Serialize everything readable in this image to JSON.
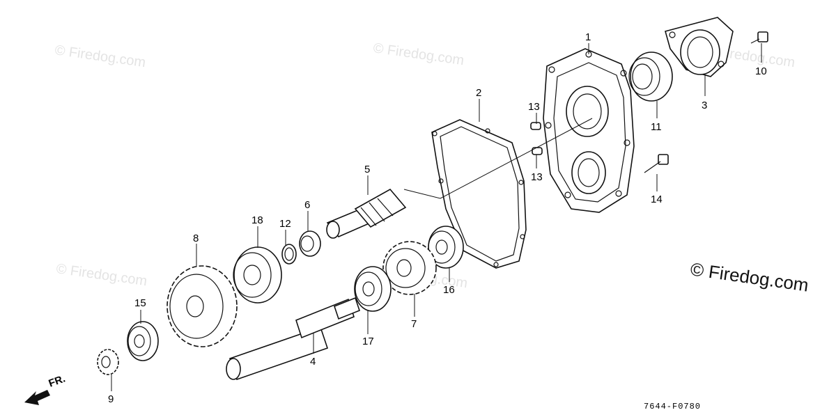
{
  "watermark_text": "© Firedog.com",
  "brand": {
    "text": "© Firedog.com"
  },
  "diagram_code": "7644-F0780",
  "front_indicator": "FR.",
  "callouts": [
    {
      "id": "1",
      "label": "1"
    },
    {
      "id": "2",
      "label": "2"
    },
    {
      "id": "3",
      "label": "3"
    },
    {
      "id": "4",
      "label": "4"
    },
    {
      "id": "5",
      "label": "5"
    },
    {
      "id": "6",
      "label": "6"
    },
    {
      "id": "7",
      "label": "7"
    },
    {
      "id": "8",
      "label": "8"
    },
    {
      "id": "9",
      "label": "9"
    },
    {
      "id": "10",
      "label": "10"
    },
    {
      "id": "11",
      "label": "11"
    },
    {
      "id": "12",
      "label": "12"
    },
    {
      "id": "13a",
      "label": "13"
    },
    {
      "id": "13b",
      "label": "13"
    },
    {
      "id": "14",
      "label": "14"
    },
    {
      "id": "15",
      "label": "15"
    },
    {
      "id": "16",
      "label": "16"
    },
    {
      "id": "17",
      "label": "17"
    },
    {
      "id": "18",
      "label": "18"
    }
  ]
}
